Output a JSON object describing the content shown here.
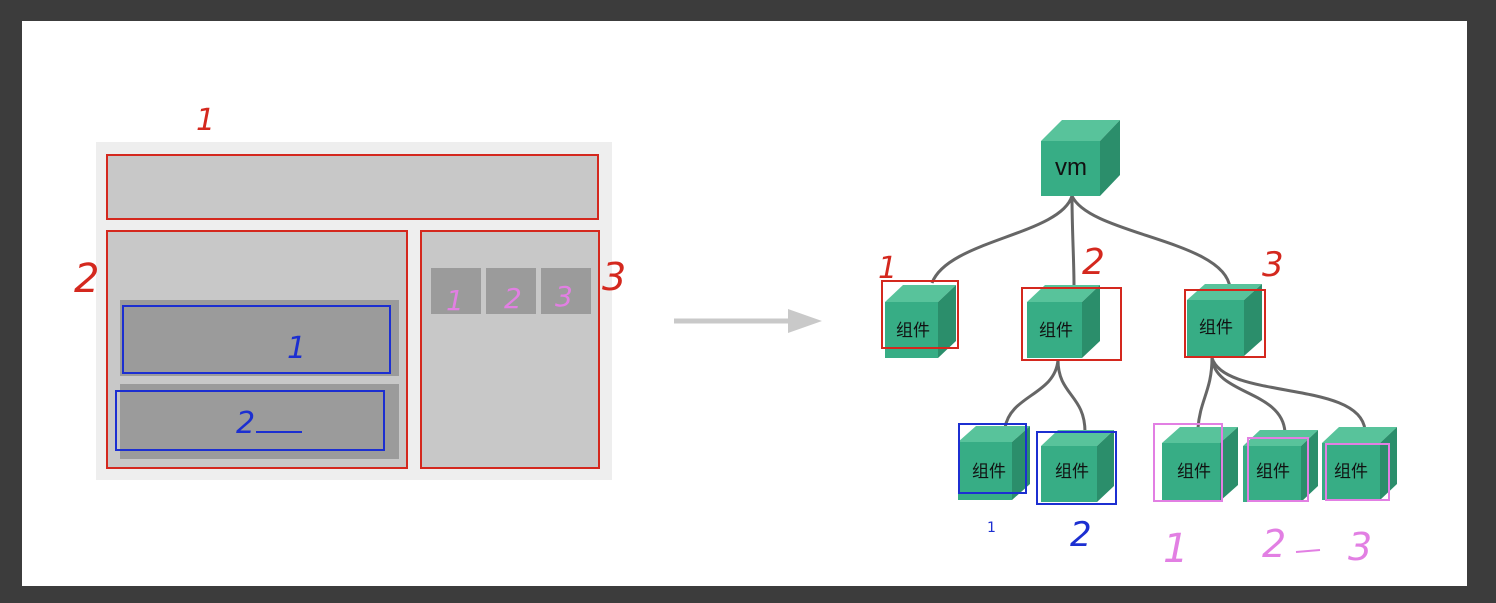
{
  "colors": {
    "frame": "#3c3c3c",
    "canvas": "#ffffff",
    "layout_bg": "#eeeeee",
    "panel_gray": "#c8c8c8",
    "block_gray": "#9b9b9b",
    "red": "#d4281e",
    "blue": "#1c2fd1",
    "pink": "#e27fe3",
    "cube_front": "#37ad85",
    "cube_top": "#58c39b",
    "cube_side": "#2b8e6b",
    "connector": "#666666",
    "arrow": "#c9c9c9"
  },
  "left_layout": {
    "header_mark": "1",
    "main_mark": "2",
    "aside_mark": "3",
    "main_blocks": [
      "1",
      "2"
    ],
    "aside_tiles": [
      "1",
      "2",
      "3"
    ]
  },
  "tree": {
    "root_label": "vm",
    "component_label": "组件",
    "level1_marks": [
      "1",
      "2",
      "3"
    ],
    "blue_marks": [
      "1",
      "2"
    ],
    "pink_marks": [
      "1",
      "2",
      "3"
    ]
  }
}
